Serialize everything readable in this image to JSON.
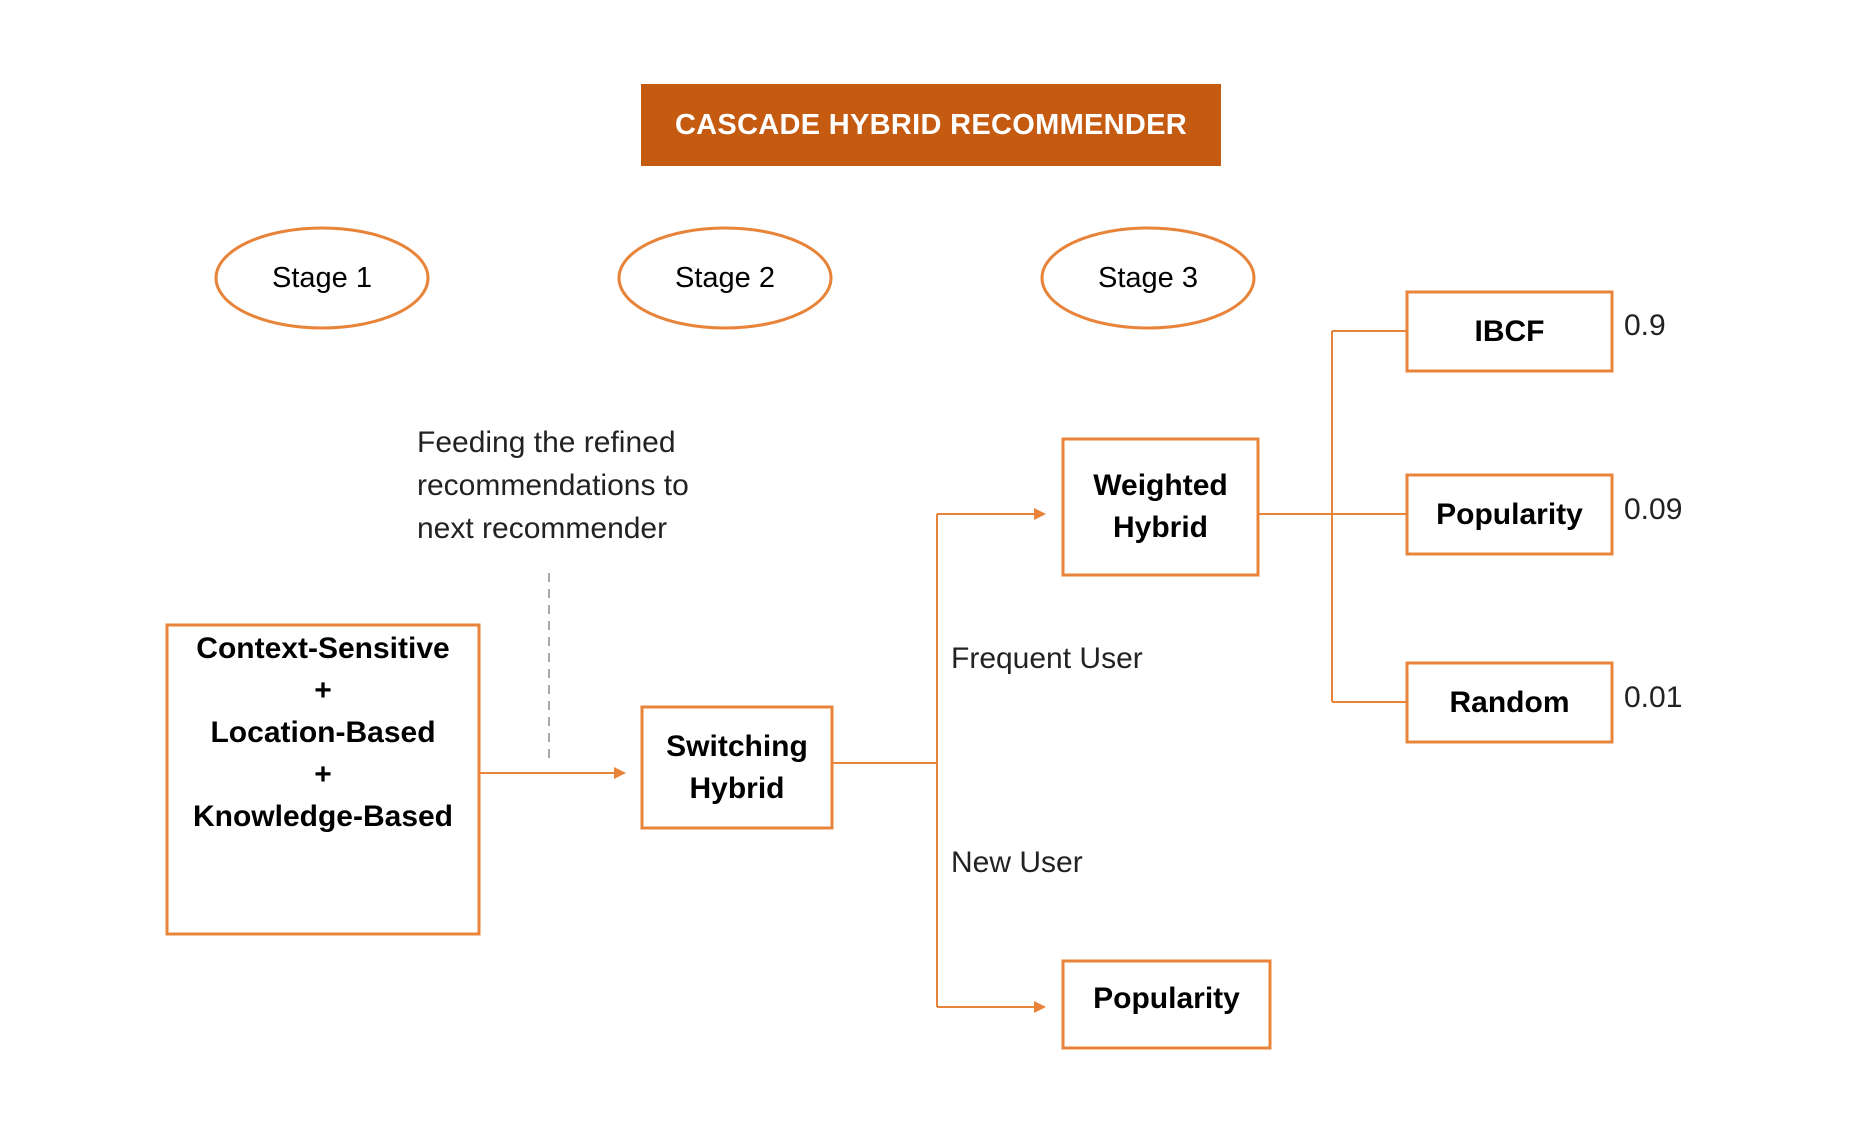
{
  "title": "CASCADE HYBRID RECOMMENDER",
  "stages": [
    "Stage 1",
    "Stage 2",
    "Stage 3"
  ],
  "note_lines": [
    "Feeding the refined",
    "recommendations to",
    "next recommender"
  ],
  "stage1_box": [
    "Context-Sensitive",
    "+",
    "Location-Based",
    "+",
    "Knowledge-Based"
  ],
  "switching_box": [
    "Switching",
    "Hybrid"
  ],
  "weighted_box": [
    "Weighted",
    "Hybrid"
  ],
  "branch_labels": {
    "frequent": "Frequent User",
    "new": "New User"
  },
  "new_user_popularity": "Popularity",
  "components": [
    {
      "label": "IBCF",
      "weight": "0.9"
    },
    {
      "label": "Popularity",
      "weight": "0.09"
    },
    {
      "label": "Random",
      "weight": "0.01"
    }
  ],
  "colors": {
    "accent": "#E8843A",
    "banner": "#C55A11",
    "dashed": "#AAAAAA",
    "text": "#000000"
  }
}
